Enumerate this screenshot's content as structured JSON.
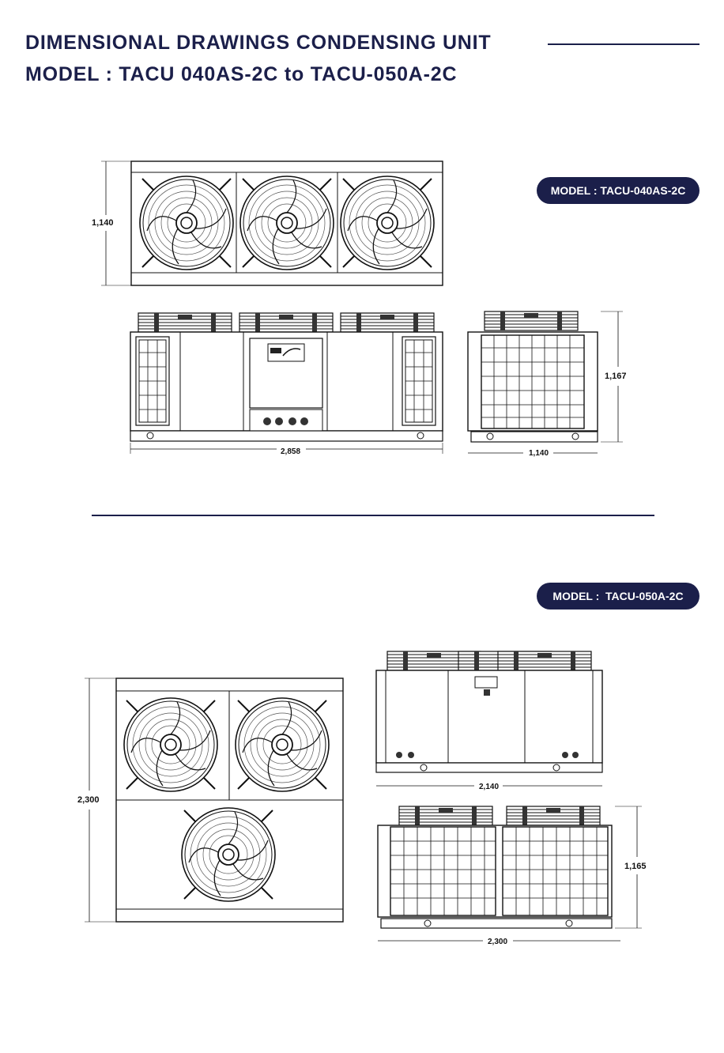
{
  "header": {
    "line1": "DIMENSIONAL DRAWINGS  CONDENSING UNIT",
    "line2": "MODEL :  TACU 040AS-2C to TACU-050A-2C"
  },
  "models": [
    {
      "label": "MODEL : TACU-040AS-2C",
      "dims": {
        "top_depth": "1,140",
        "front_width": "2,858",
        "side_height": "1,167",
        "side_depth": "1,140"
      }
    },
    {
      "label": "MODEL :  TACU-050A-2C",
      "dims": {
        "top_depth": "2,300",
        "front_width": "2,140",
        "side_width": "2,300",
        "side_height": "1,165"
      }
    }
  ],
  "colors": {
    "navy": "#1b1f4a",
    "line": "#222222"
  }
}
